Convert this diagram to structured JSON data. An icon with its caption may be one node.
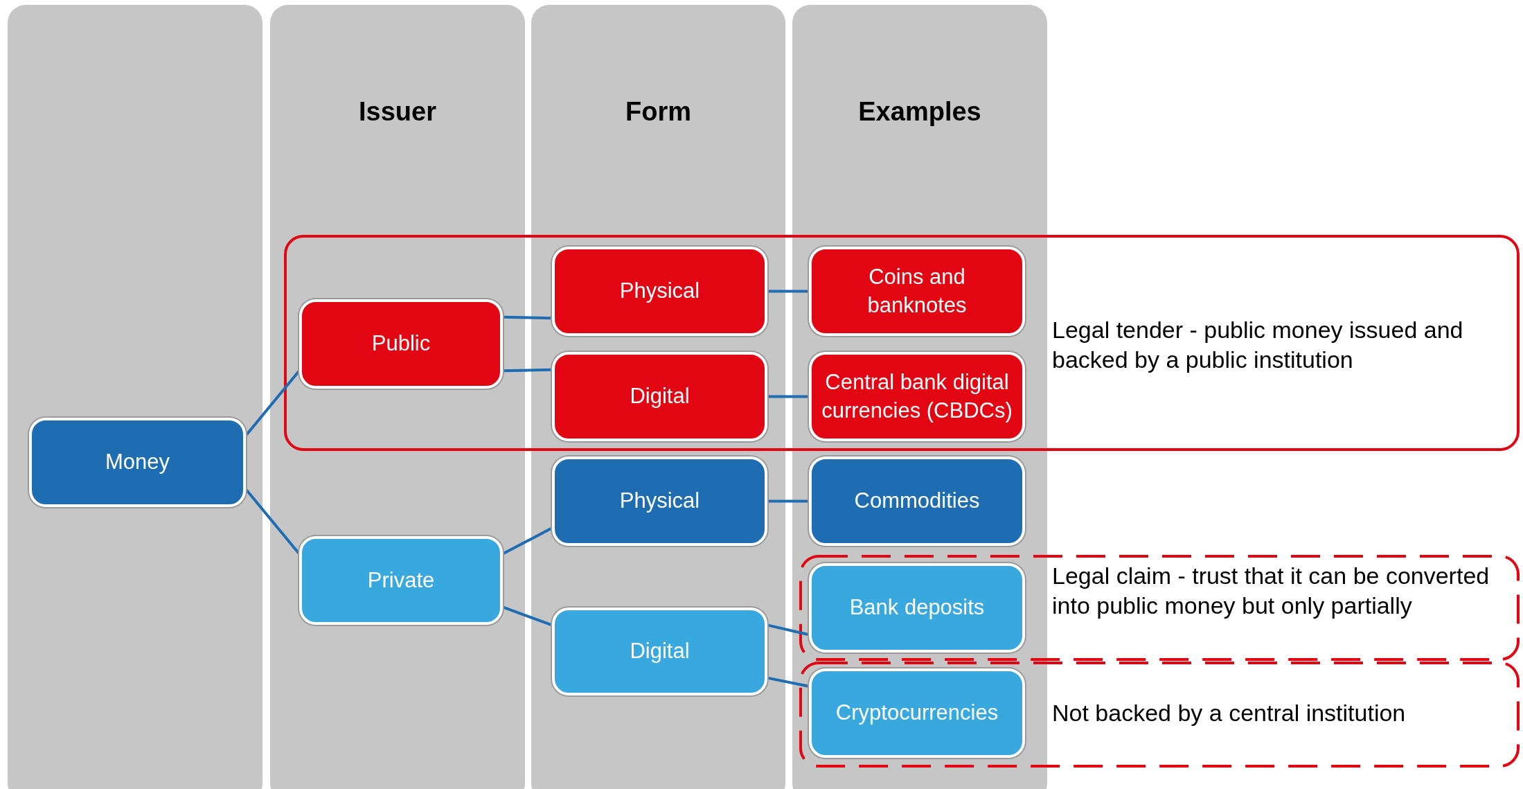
{
  "diagram": {
    "nodes": [
      {
        "text": [],
        "shape": "box"
      },
      {
        "text": [
          "Issuer"
        ]
      },
      {
        "text": [
          "Form"
        ]
      },
      {
        "text": [
          "Examples"
        ]
      },
      {
        "text": [
          "Public"
        ],
        "in": 1
      },
      {
        "text": [
          "Physical"
        ],
        "in": 2
      },
      {
        "text": [
          "Coins and banknotes"
        ],
        "in": 3
      },
      {
        "text": [
          "Digital"
        ],
        "in": 2
      },
      {
        "text": [
          "Central bank digital currencies (CBDCs)"
        ],
        "in": 3
      },
      {
        "text": [
          "Money"
        ],
        "in": 0
      },
      {
        "text": [
          "Physical"
        ],
        "in": 2
      },
      {
        "text": [
          "Commodities"
        ],
        "in": 3
      },
      {
        "text": [
          "Private"
        ],
        "in": 1
      },
      {
        "text": [
          "Bank deposits"
        ],
        "in": 3
      },
      {
        "text": [
          "Digital"
        ],
        "in": 2
      },
      {
        "text": [
          "Cryptocurrencies"
        ],
        "in": 3
      }
    ],
    "edges": [
      {
        "from": 9,
        "to": 4,
        "arrow": "none"
      },
      {
        "from": 9,
        "to": 12,
        "arrow": "none"
      },
      {
        "from": 4,
        "to": 5,
        "arrow": "none"
      },
      {
        "from": 4,
        "to": 7,
        "arrow": "none"
      },
      {
        "from": 5,
        "to": 6,
        "arrow": "none"
      },
      {
        "from": 7,
        "to": 8,
        "arrow": "none"
      },
      {
        "from": 12,
        "to": 10,
        "arrow": "none"
      },
      {
        "from": 12,
        "to": 14,
        "arrow": "none"
      },
      {
        "from": 10,
        "to": 11,
        "arrow": "none"
      },
      {
        "from": 14,
        "to": 13,
        "arrow": "none"
      },
      {
        "from": 14,
        "to": 15,
        "arrow": "none"
      }
    ],
    "labels": [
      "Legal tender - public money issued and backed by a public institution",
      "Legal claim - trust that it can be converted into public money but only partially",
      "Not backed by a central institution"
    ]
  }
}
